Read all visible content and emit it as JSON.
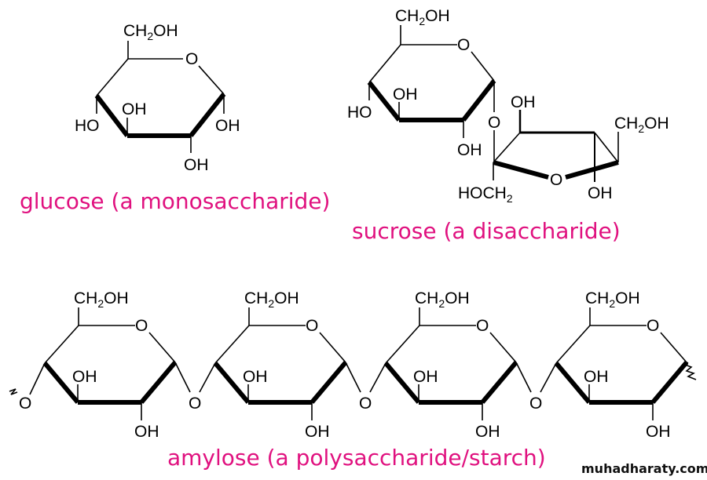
{
  "title": "Carbohydrate structures: monosaccharide, disaccharide, polysaccharide",
  "colors": {
    "caption": "#e0117f",
    "bonds": "#000000",
    "background": "#ffffff"
  },
  "atoms": {
    "hydroxyl": "OH",
    "hydroxyl_left": "HO",
    "ring_oxygen": "O",
    "ch2oh_prefix": "CH",
    "ch2oh_suffix": "OH",
    "subscript_2": "2",
    "hoch2_prefix": "HOCH"
  },
  "glucose": {
    "caption": "glucose (a monosaccharide)"
  },
  "sucrose": {
    "caption": "sucrose (a disaccharide)"
  },
  "amylose": {
    "caption": "amylose (a polysaccharide/starch)",
    "unit_count": 4
  },
  "watermark": "muhadharaty.com"
}
